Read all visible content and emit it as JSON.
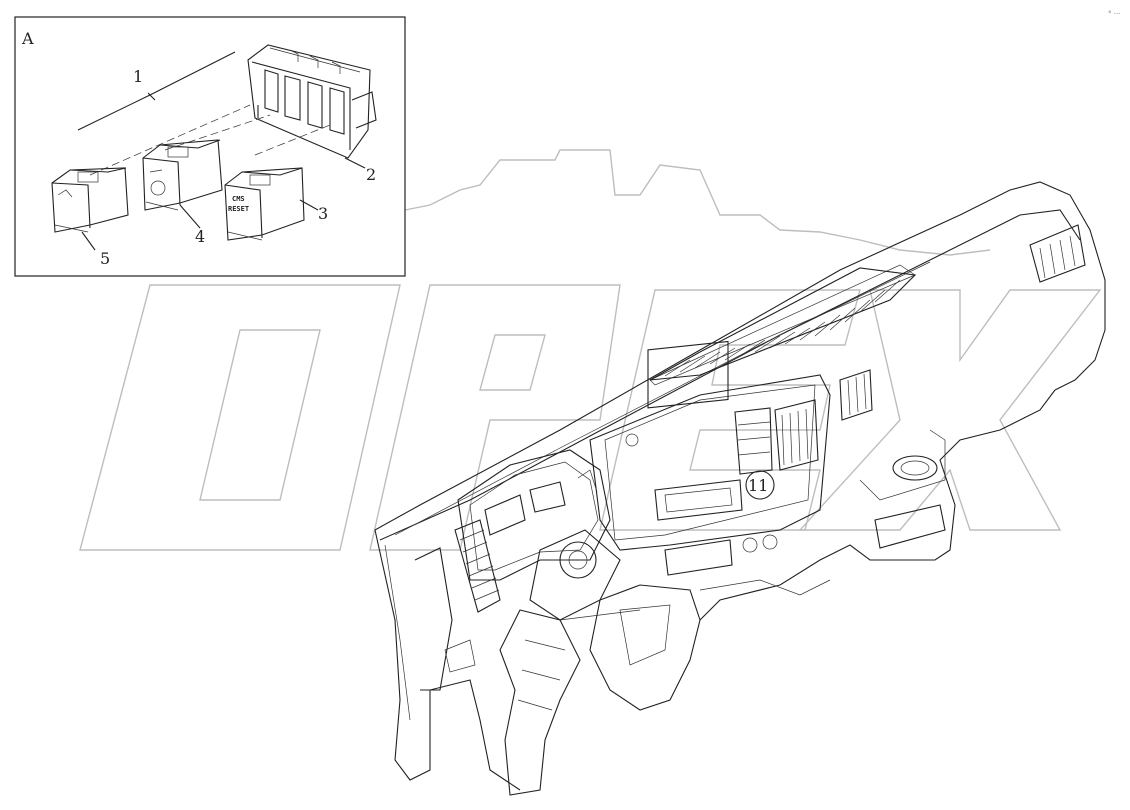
{
  "watermark": {
    "text": "OPEX"
  },
  "detail_view": {
    "label": "A",
    "callouts": [
      "1",
      "2",
      "3",
      "4",
      "5"
    ],
    "switch_3_text": [
      "CMS",
      "RESET"
    ]
  },
  "main_callout": "11",
  "colors": {
    "line": "#222222",
    "watermark": "#bdbdbd",
    "background": "#ffffff"
  }
}
